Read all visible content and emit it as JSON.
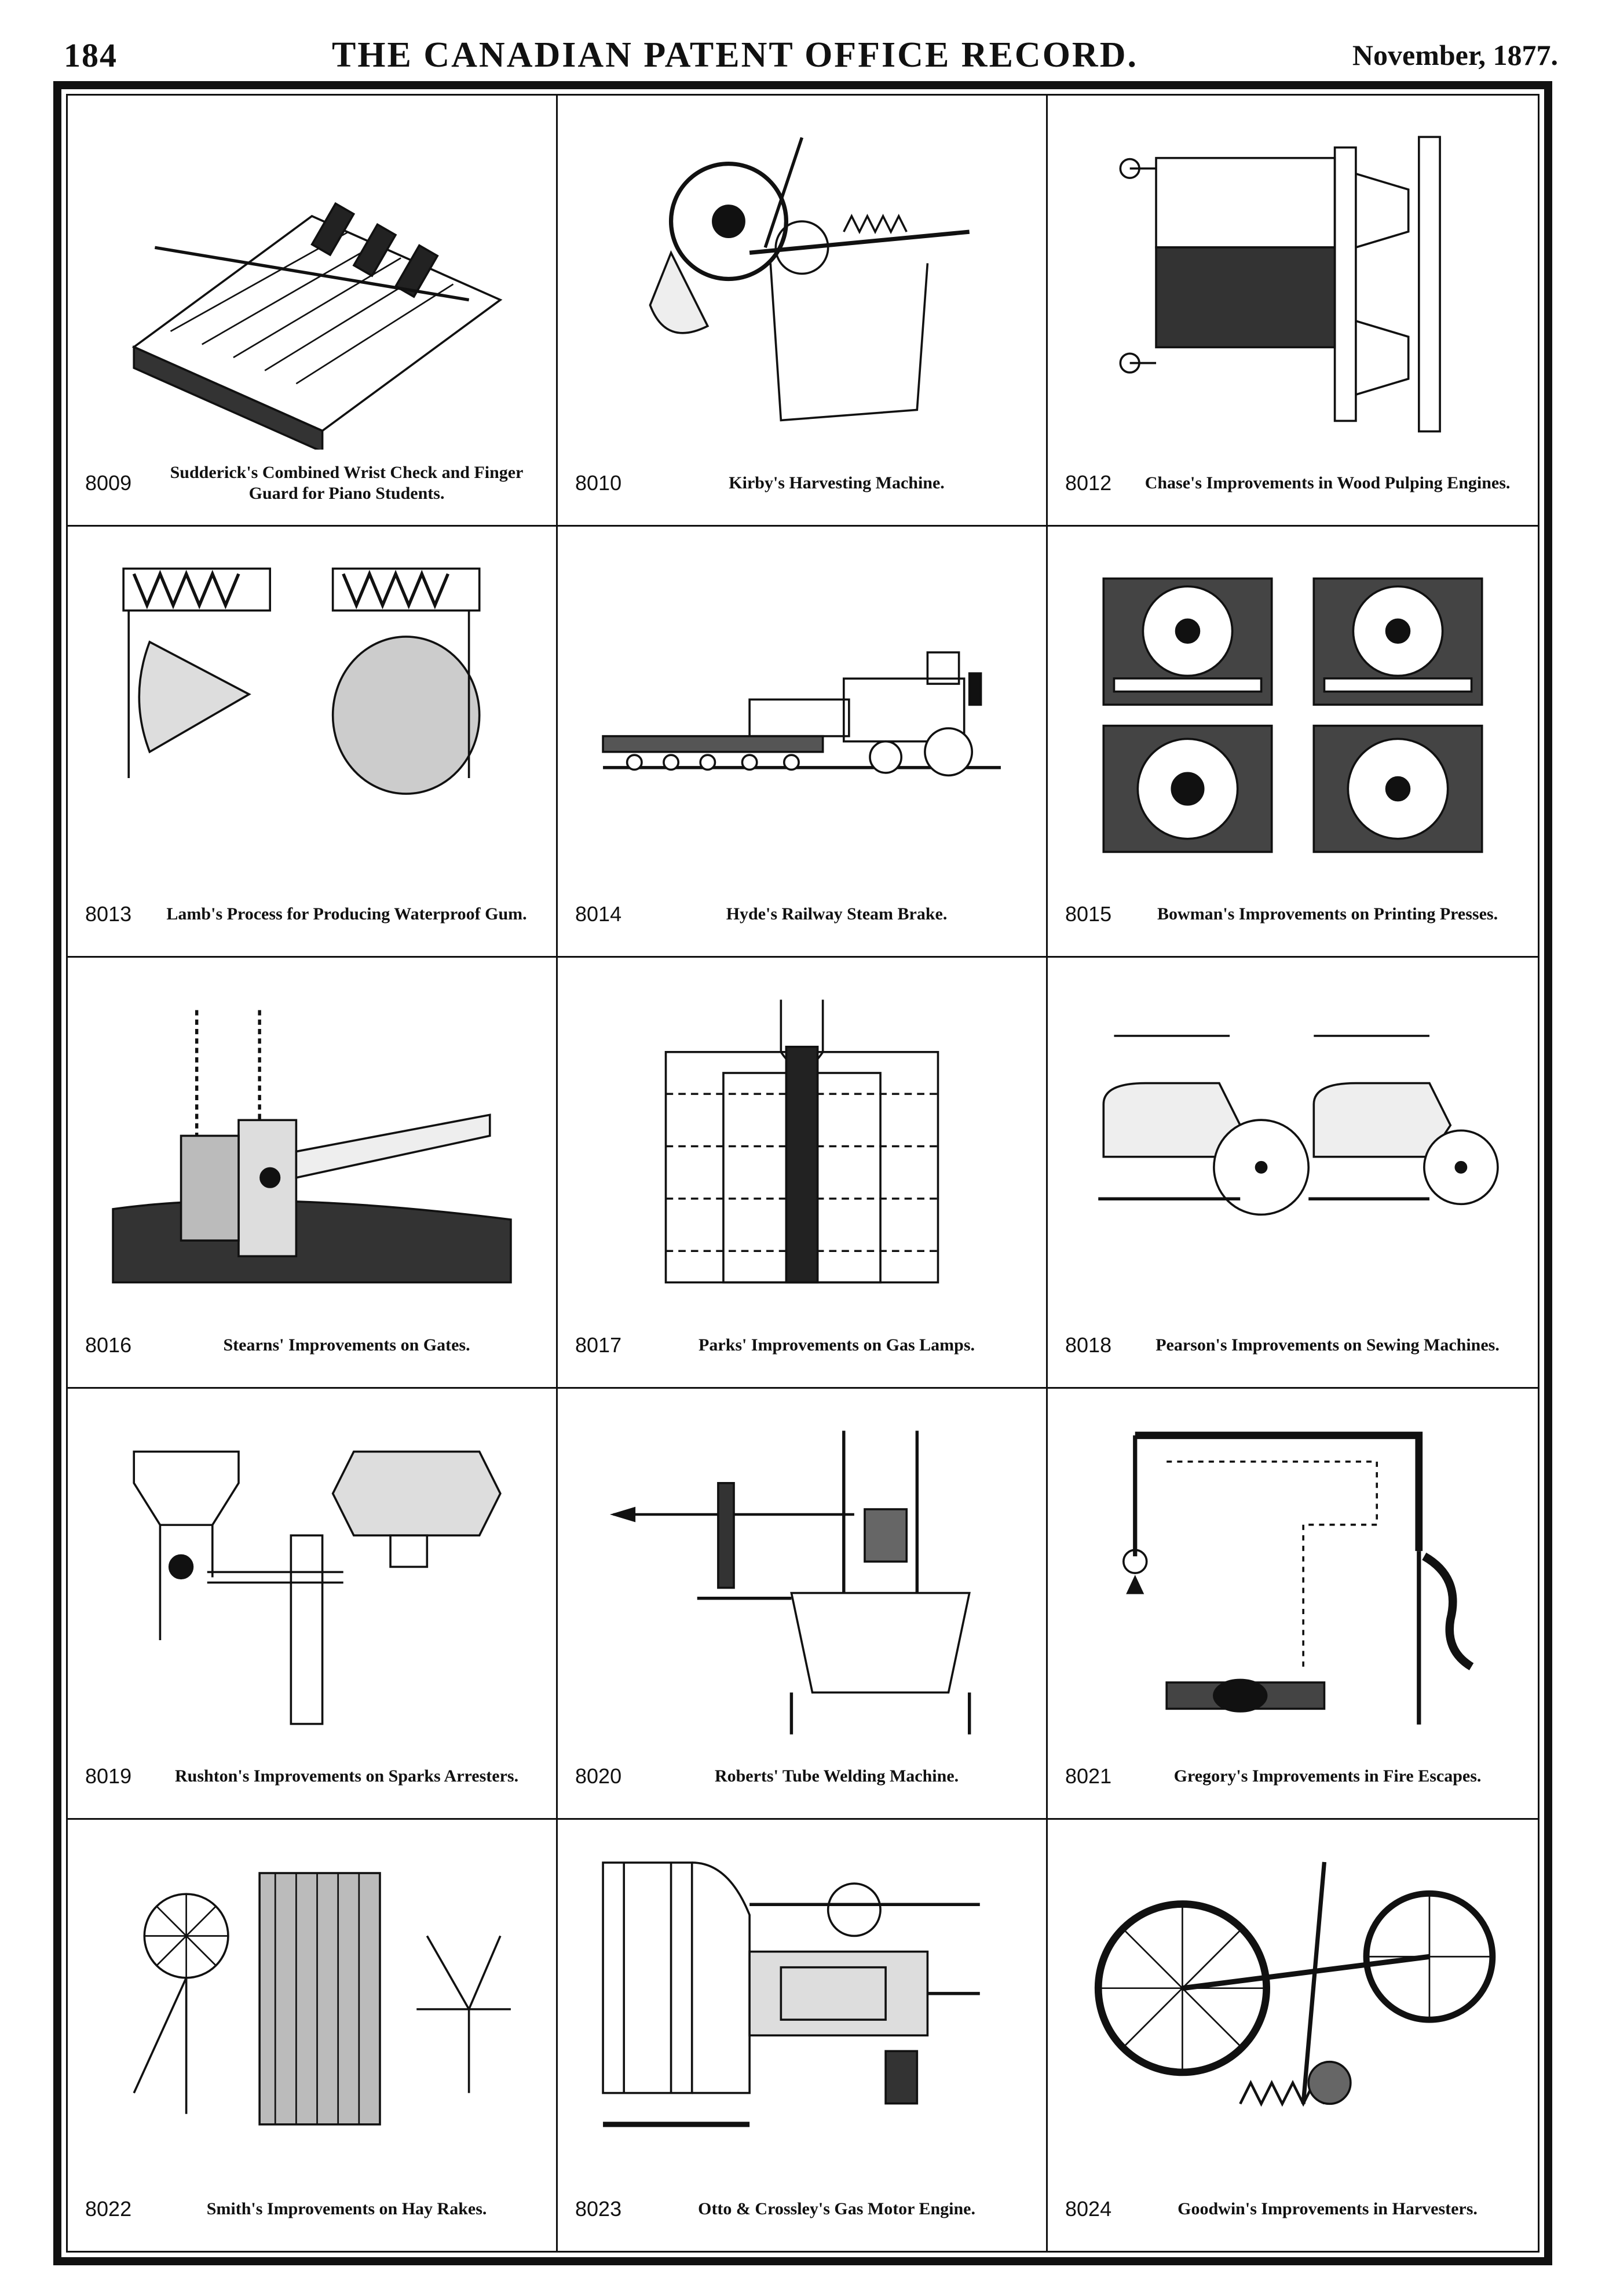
{
  "header": {
    "page_number": "184",
    "title": "THE CANADIAN PATENT OFFICE RECORD.",
    "date": "November, 1877."
  },
  "cells": [
    {
      "number": "8009",
      "caption": "Sudderick's Combined Wrist Check and Finger Guard for Piano Students.",
      "drawing": "piano-keyboard"
    },
    {
      "number": "8010",
      "caption": "Kirby's Harvesting Machine.",
      "drawing": "harvester"
    },
    {
      "number": "8012",
      "caption": "Chase's Improvements in Wood Pulping Engines.",
      "drawing": "press"
    },
    {
      "number": "8013",
      "caption": "Lamb's Process for Producing Waterproof Gum.",
      "drawing": "vessels"
    },
    {
      "number": "8014",
      "caption": "Hyde's Railway Steam Brake.",
      "drawing": "train"
    },
    {
      "number": "8015",
      "caption": "Bowman's Improvements on Printing Presses.",
      "drawing": "gears"
    },
    {
      "number": "8016",
      "caption": "Stearns' Improvements on Gates.",
      "drawing": "gate"
    },
    {
      "number": "8017",
      "caption": "Parks' Improvements on Gas Lamps.",
      "drawing": "tank"
    },
    {
      "number": "8018",
      "caption": "Pearson's Improvements on Sewing Machines.",
      "drawing": "sewing"
    },
    {
      "number": "8019",
      "caption": "Rushton's Improvements on Sparks Arresters.",
      "drawing": "hopper"
    },
    {
      "number": "8020",
      "caption": "Roberts' Tube Welding Machine.",
      "drawing": "welder"
    },
    {
      "number": "8021",
      "caption": "Gregory's Improvements in Fire Escapes.",
      "drawing": "fire-escape"
    },
    {
      "number": "8022",
      "caption": "Smith's Improvements on Hay Rakes.",
      "drawing": "hay-rake"
    },
    {
      "number": "8023",
      "caption": "Otto & Crossley's Gas Motor Engine.",
      "drawing": "engine"
    },
    {
      "number": "8024",
      "caption": "Goodwin's Improvements in Harvesters.",
      "drawing": "reaper"
    }
  ]
}
